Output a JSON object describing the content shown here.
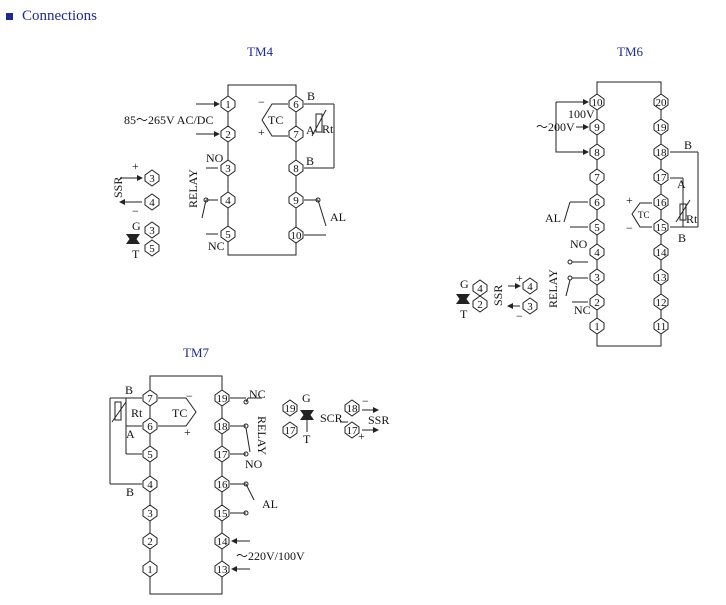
{
  "header": {
    "title": "Connections"
  },
  "tm4": {
    "title": "TM4",
    "power": "85～265V AC/DC",
    "relay": "RELAY",
    "no": "NO",
    "nc": "NC",
    "ssr": "SSR",
    "g": "G",
    "t": "T",
    "tc": "TC",
    "rt": "Rt",
    "a": "A",
    "b": "B",
    "al": "AL",
    "plus": "+",
    "minus": "−"
  },
  "tm6": {
    "title": "TM6",
    "v100": "100V",
    "v200": "～200V",
    "al": "AL",
    "tc": "TC",
    "rt": "Rt",
    "a": "A",
    "b": "B",
    "no": "NO",
    "nc": "NC",
    "relay": "RELAY",
    "ssr": "SSR",
    "g": "G",
    "t": "T",
    "plus": "+",
    "minus": "−"
  },
  "tm7": {
    "title": "TM7",
    "b": "B",
    "a": "A",
    "rt": "Rt",
    "tc": "TC",
    "nc": "NC",
    "no": "NO",
    "relay": "RELAY",
    "al": "AL",
    "power": "～220V/100V",
    "g": "G",
    "t": "T",
    "scr": "SCR",
    "ssr": "SSR",
    "plus": "+",
    "minus": "−"
  }
}
